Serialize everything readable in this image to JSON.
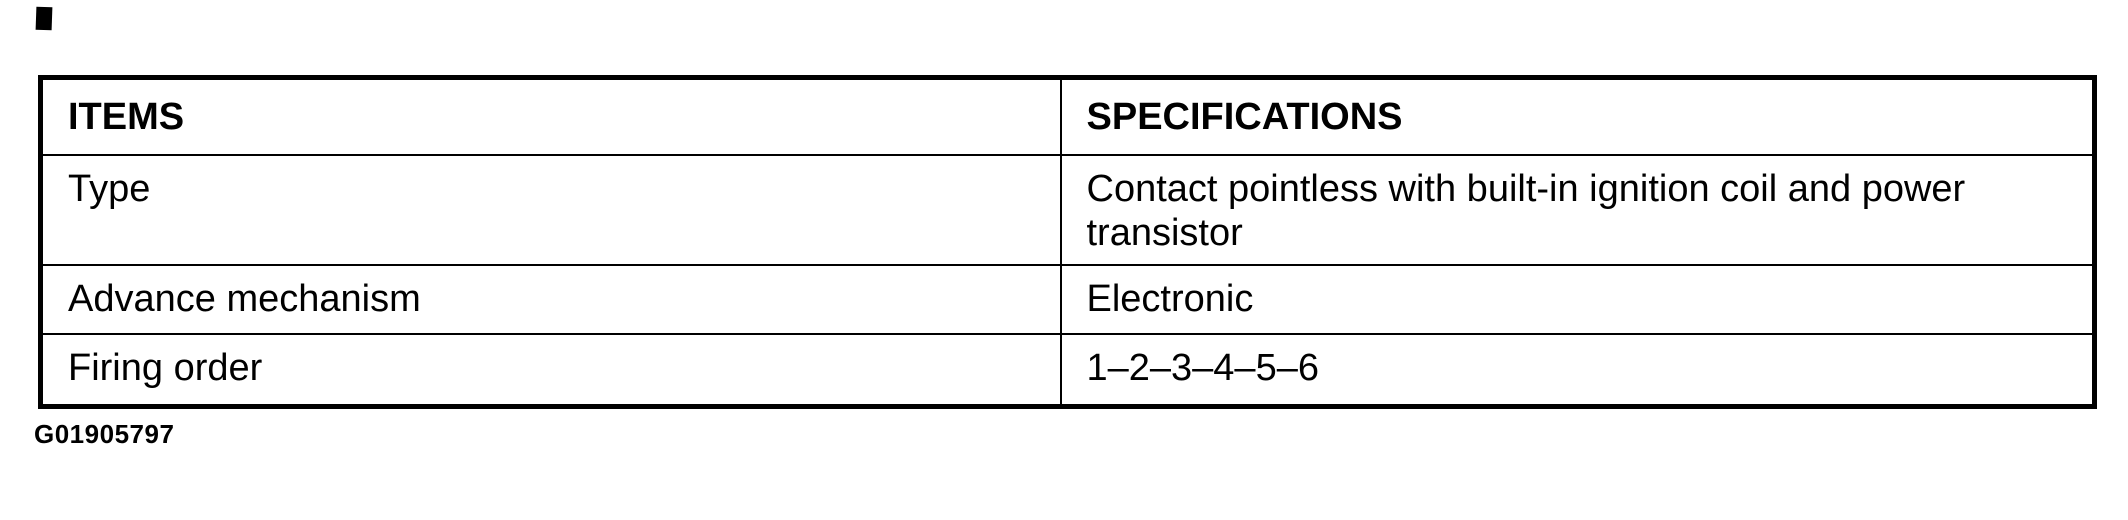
{
  "document": {
    "table": {
      "columns": [
        "ITEMS",
        "SPECIFICATIONS"
      ],
      "rows": [
        {
          "item": "Type",
          "spec": "Contact pointless with built-in ignition coil and power transistor"
        },
        {
          "item": "Advance mechanism",
          "spec": "Electronic"
        },
        {
          "item": "Firing order",
          "spec": "1–2–3–4–5–6"
        }
      ]
    },
    "figure_id": "G01905797"
  },
  "colors": {
    "ink": "#000000",
    "background": "#ffffff",
    "border": "#000000"
  }
}
